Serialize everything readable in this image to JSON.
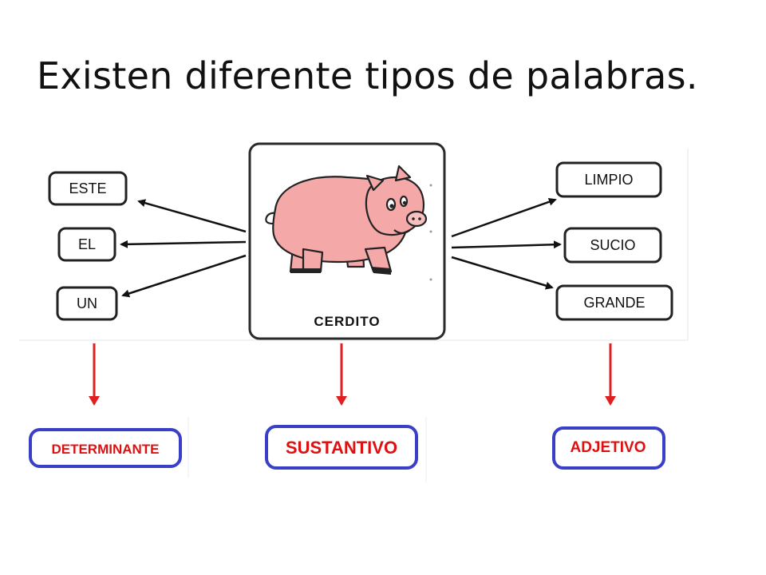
{
  "title": "Existen diferente tipos de palabras.",
  "center": {
    "label": "CERDITO",
    "image": "pig-illustration"
  },
  "left_words": [
    "ESTE",
    "EL",
    "UN"
  ],
  "right_words": [
    "LIMPIO",
    "SUCIO",
    "GRANDE"
  ],
  "categories": {
    "determinante": "DETERMINANTE",
    "sustantivo": "SUSTANTIVO",
    "adjetivo": "ADJETIVO"
  },
  "colors": {
    "category_text": "#e01010",
    "category_border": "#3a3fc8",
    "down_arrow": "#e02020",
    "pig": "#f4a8a8"
  }
}
